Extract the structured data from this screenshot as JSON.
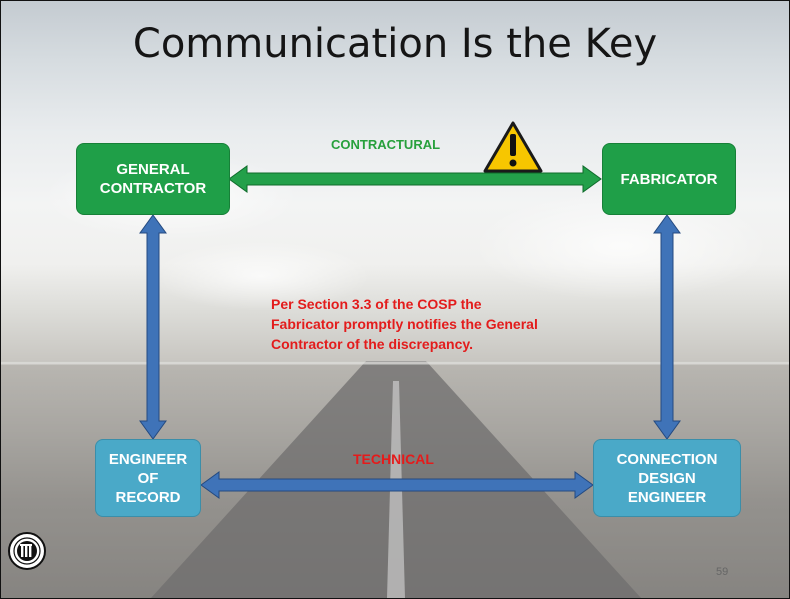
{
  "slide": {
    "title": "Communication Is the Key",
    "nodes": {
      "general_contractor": "GENERAL\nCONTRACTOR",
      "fabricator": "FABRICATOR",
      "engineer_of_record": "ENGINEER\nOF\nRECORD",
      "connection_design_engineer": "CONNECTION\nDESIGN\nENGINEER"
    },
    "labels": {
      "contractual": "CONTRACTURAL",
      "technical": "TECHNICAL"
    },
    "note": "Per Section 3.3 of the COSP the Fabricator promptly notifies the General Contractor of the discrepancy.",
    "slide_number": "59",
    "icons": [
      "warning-icon",
      "aisc-logo-icon"
    ]
  },
  "colors": {
    "green_box": "#1f9f48",
    "blue_box": "#4aa9c8",
    "green_arrow": "#23a04a",
    "blue_arrow": "#3f73b8",
    "red_text": "#e31c1c",
    "warning_yellow": "#f7c600"
  }
}
